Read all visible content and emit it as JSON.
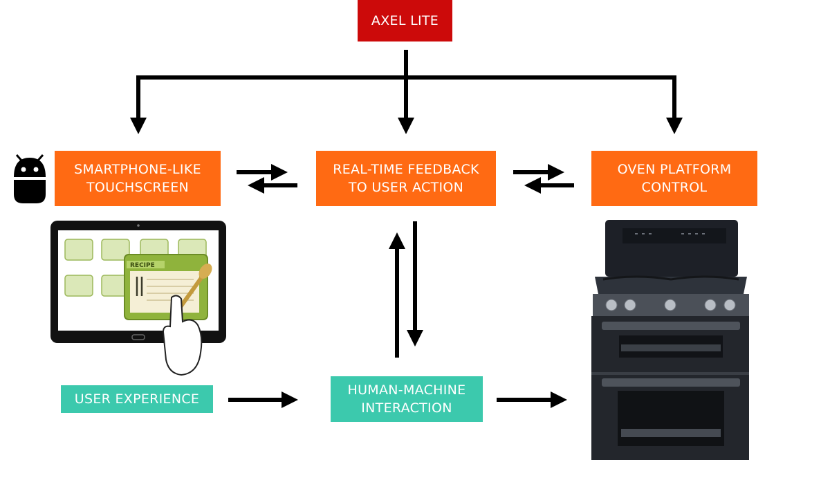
{
  "colors": {
    "red": "#cc0a0a",
    "orange": "#ff6a13",
    "teal": "#3cc9ad",
    "arrow": "#000000"
  },
  "nodes": {
    "top": "AXEL LITE",
    "smartphone": "SMARTPHONE-LIKE\nTOUCHSCREEN",
    "realtime": "REAL-TIME FEEDBACK\nTO USER ACTION",
    "oven_control": "OVEN PLATFORM\nCONTROL",
    "user_experience": "USER EXPERIENCE",
    "hmi": "HUMAN-MACHINE\nINTERACTION"
  },
  "tablet_label": "RECIPE",
  "icons": [
    "android-icon",
    "tablet-recipe-illustration",
    "oven-illustration"
  ]
}
